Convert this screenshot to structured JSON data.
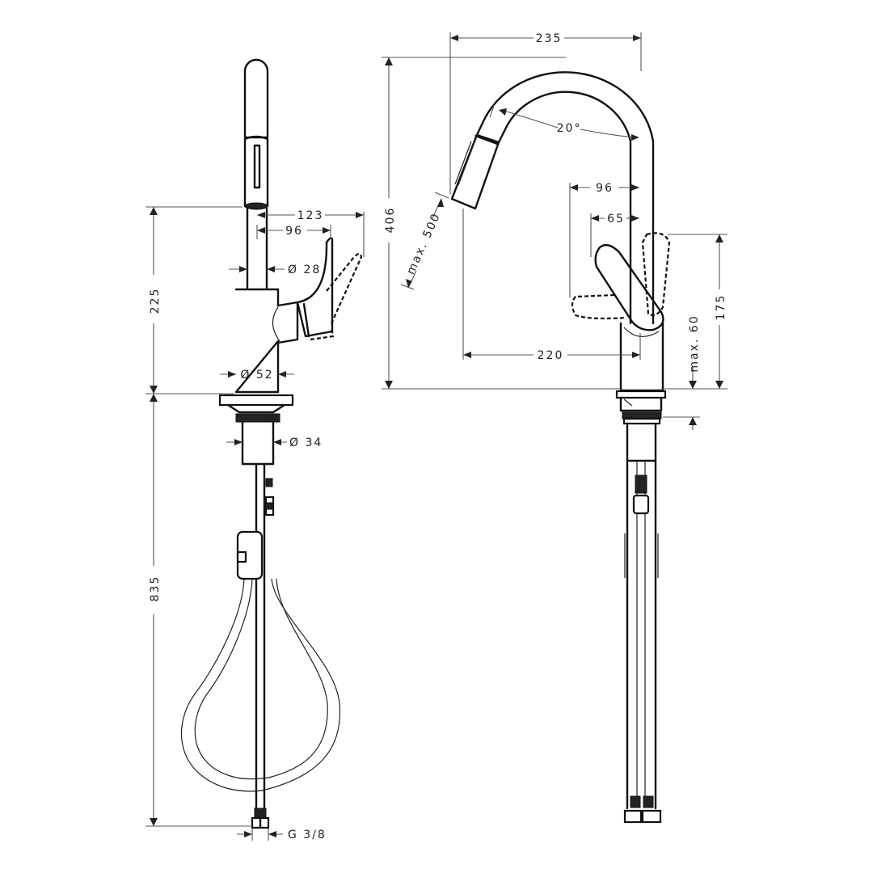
{
  "drawing": {
    "title": "Pull-out kitchen faucet technical drawing",
    "views": [
      "side-view",
      "front-view"
    ],
    "line_color": "#111111",
    "dimension_line_color": "#555555",
    "background": "#ffffff"
  },
  "side_view": {
    "dimensions": {
      "height_above_deck": "225",
      "below_deck_length": "835",
      "spout_reach": "123",
      "handle_reach": "96",
      "spout_diameter": "Ø 28",
      "body_diameter": "Ø 52",
      "shank_diameter": "Ø 34",
      "connection_thread": "G 3/8"
    }
  },
  "front_view": {
    "dimensions": {
      "overall_width": "235",
      "overall_height": "406",
      "spout_projection": "220",
      "handle_offset_96": "96",
      "handle_offset_65": "65",
      "handle_height": "175",
      "max_deck_thickness": "max. 60",
      "max_pullout": "max. 500",
      "swivel_angle": "20°"
    }
  }
}
